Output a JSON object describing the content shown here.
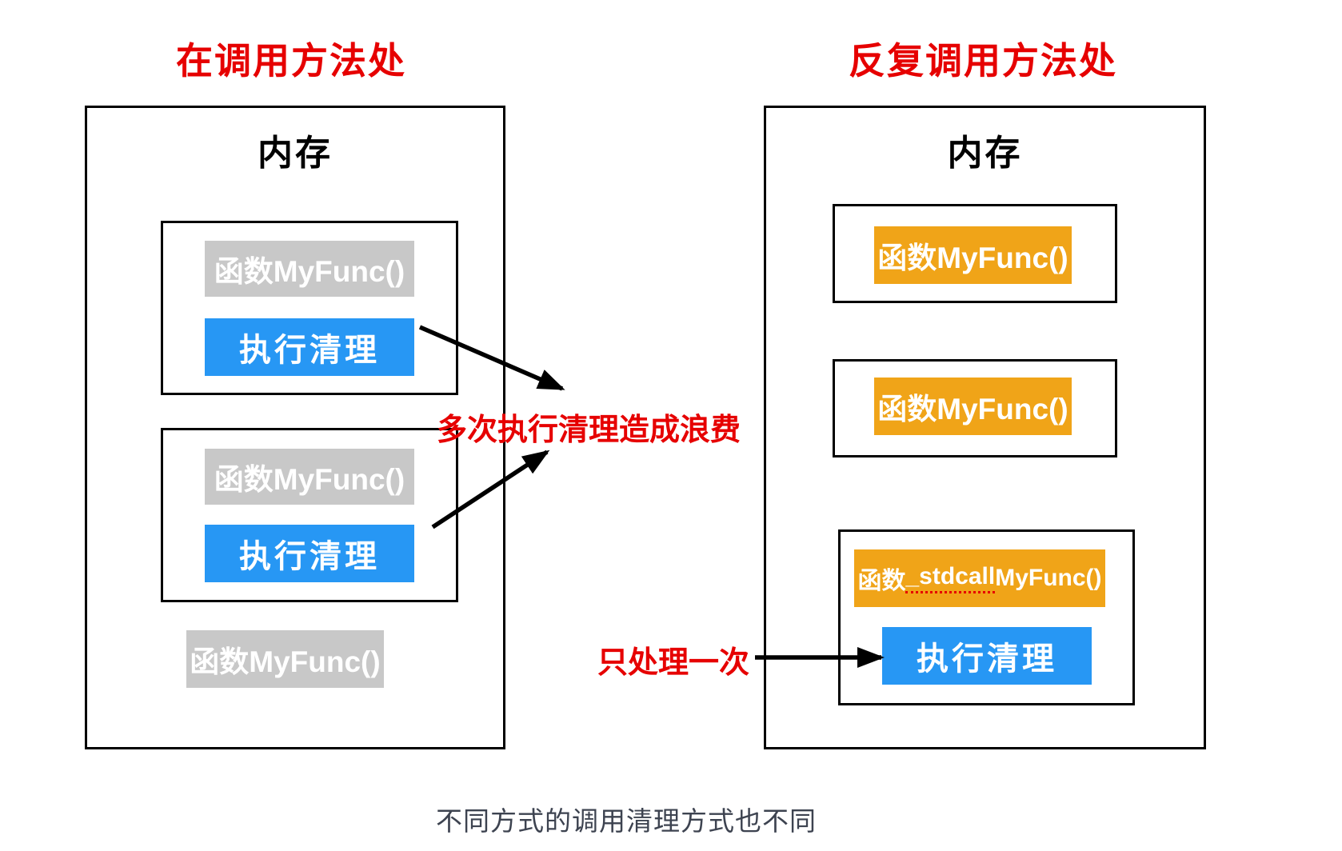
{
  "titles": {
    "left": "在调用方法处",
    "right": "反复调用方法处"
  },
  "left_panel": {
    "header": "内存",
    "frames": [
      {
        "func": "函数MyFunc()",
        "cleanup": "执行清理"
      },
      {
        "func": "函数MyFunc()",
        "cleanup": "执行清理"
      }
    ],
    "extra_func": "函数MyFunc()"
  },
  "right_panel": {
    "header": "内存",
    "funcs": [
      "函数MyFunc()",
      "函数MyFunc()"
    ],
    "frame": {
      "func_prefix": "函数",
      "func_underlined": "_stdcall",
      "func_suffix": " MyFunc()",
      "cleanup": "执行清理"
    }
  },
  "annotations": {
    "waste_label": "多次执行清理造成浪费",
    "once_label": "只处理一次",
    "caption": "不同方式的调用清理方式也不同"
  },
  "colors": {
    "accent_red": "#e60000",
    "cleanup_blue": "#2797f4",
    "func_gray": "#c8c8c8",
    "func_orange": "#f0a418",
    "caption_gray": "#3d4350",
    "line_black": "#000000"
  }
}
